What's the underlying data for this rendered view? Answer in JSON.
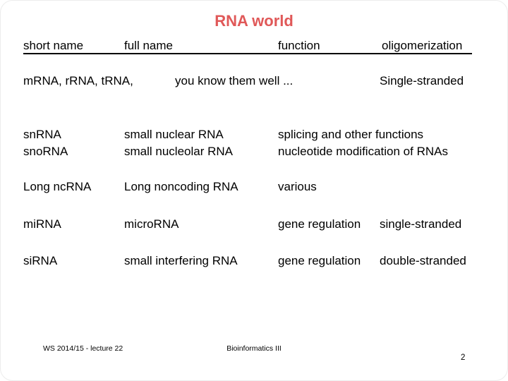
{
  "slide": {
    "title": "RNA world",
    "title_color": "#e05858",
    "table": {
      "header": {
        "short_name": "short name",
        "full_name": "full name",
        "function": "function",
        "oligomerization": "oligomerization"
      },
      "rows": [
        {
          "short_name": "mRNA, rRNA, tRNA,",
          "function": "you know them well ...",
          "oligomerization": "Single-stranded"
        },
        {
          "short_name_line1": "snRNA",
          "short_name_line2": "snoRNA",
          "full_name_line1": "small nuclear RNA",
          "full_name_line2": "small nucleolar RNA",
          "function_line1": "splicing and other functions",
          "function_line2": "nucleotide modification of RNAs"
        },
        {
          "short_name": "Long ncRNA",
          "full_name": "Long noncoding RNA",
          "function": "various"
        },
        {
          "short_name": "miRNA",
          "full_name": "microRNA",
          "function": "gene regulation",
          "oligomerization": "single-stranded"
        },
        {
          "short_name": "siRNA",
          "full_name": "small interfering RNA",
          "function": "gene regulation",
          "oligomerization": "double-stranded"
        }
      ]
    },
    "footer": {
      "left": "WS 2014/15 - lecture 22",
      "center": "Bioinformatics III",
      "page": "2"
    }
  }
}
